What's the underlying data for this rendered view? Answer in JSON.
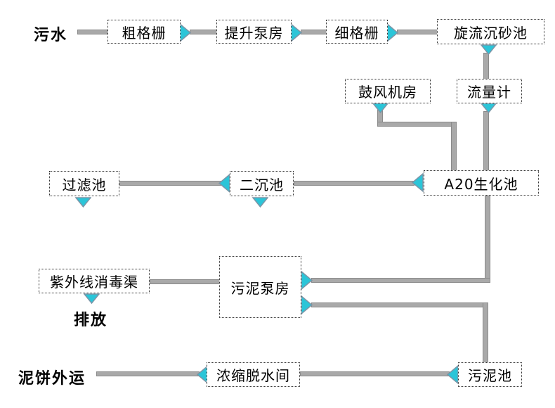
{
  "diagram": {
    "terminals": {
      "influent": {
        "label": "污水"
      },
      "discharge": {
        "label": "排放"
      },
      "sludge_cake": {
        "label": "泥饼外运"
      }
    },
    "nodes": [
      {
        "id": "coarse-screen",
        "label": "粗格栅"
      },
      {
        "id": "lift-pump-station",
        "label": "提升泵房"
      },
      {
        "id": "fine-screen",
        "label": "细格栅"
      },
      {
        "id": "vortex-grit-chamber",
        "label": "旋流沉砂池"
      },
      {
        "id": "blower-room",
        "label": "鼓风机房"
      },
      {
        "id": "flow-meter",
        "label": "流量计"
      },
      {
        "id": "filter-tank",
        "label": "过滤池"
      },
      {
        "id": "secondary-clarifier",
        "label": "二沉池"
      },
      {
        "id": "a2o-bioreactor",
        "label": "A20生化池"
      },
      {
        "id": "uv-disinfection-channel",
        "label": "紫外线消毒渠"
      },
      {
        "id": "sludge-pump-station",
        "label": "污泥泵房"
      },
      {
        "id": "thickening-dewatering",
        "label": "浓缩脱水间"
      },
      {
        "id": "sludge-tank",
        "label": "污泥池"
      }
    ],
    "flows": [
      "污水→粗格栅→提升泵房→细格栅→旋流沉砂池→流量计→A20生化池",
      "鼓风机房→A20生化池",
      "A20生化池→二沉池→过滤池",
      "紫外线消毒渠→排放",
      "污泥泵房→A20生化池",
      "污泥泵房→污泥池→浓缩脱水间→泥饼外运"
    ]
  },
  "colors": {
    "arrow_fill": "#2bc5d8",
    "arrow_stroke": "#7b96a8",
    "pipe_fill": "#a9a9a9",
    "pipe_stroke": "#8a8a8a",
    "box_border": "#333333",
    "text": "#000000",
    "background": "#ffffff"
  }
}
